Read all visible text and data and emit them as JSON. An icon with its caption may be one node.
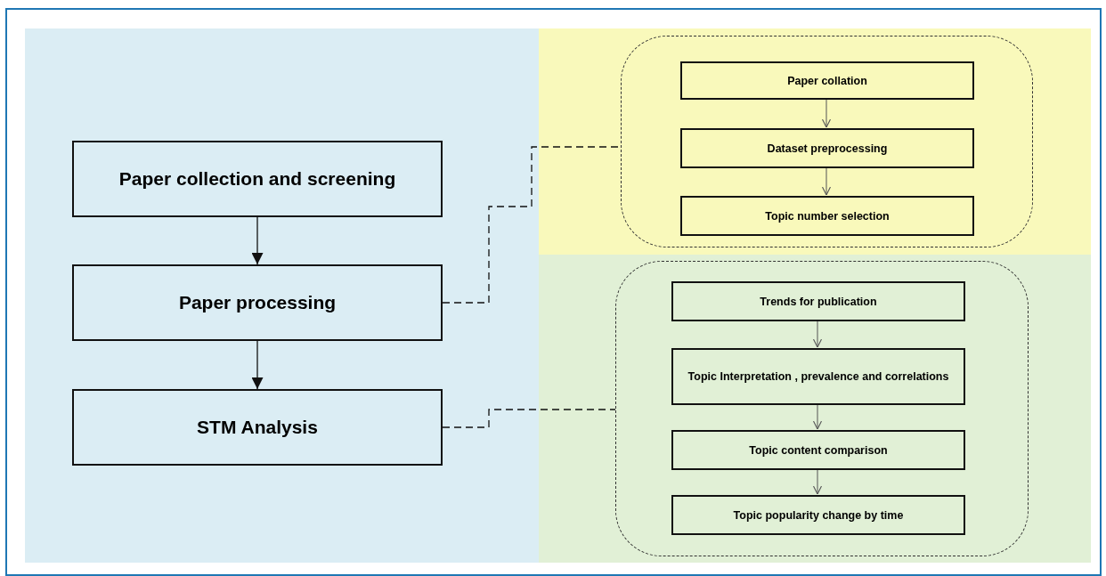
{
  "diagram": {
    "nodes": [
      {
        "text": [
          "Paper collection and screening"
        ]
      },
      {
        "text": [
          "Paper processing"
        ]
      },
      {
        "text": [
          "STM Analysis"
        ]
      },
      {
        "text": [],
        "shape": "box"
      },
      {
        "text": [
          "Paper collation"
        ],
        "in": 3
      },
      {
        "text": [
          "Dataset preprocessing"
        ],
        "in": 3
      },
      {
        "text": [
          "Topic number selection"
        ],
        "in": 3
      },
      {
        "text": [],
        "shape": "box"
      },
      {
        "text": [
          "Trends for publication"
        ],
        "in": 7
      },
      {
        "text": [
          "Topic Interpretation , prevalence and correlations"
        ],
        "in": 7
      },
      {
        "text": [
          "Topic content comparison"
        ],
        "in": 7
      },
      {
        "text": [
          "Topic popularity change by time"
        ],
        "in": 7
      }
    ],
    "edges": [
      {
        "from": 0,
        "to": 1,
        "arrow": "to"
      },
      {
        "from": 1,
        "to": 2,
        "arrow": "to"
      },
      {
        "from": 1,
        "to": 3,
        "arrow": "none",
        "style": "dashed"
      },
      {
        "from": 2,
        "to": 7,
        "arrow": "none",
        "style": "dashed"
      },
      {
        "from": 4,
        "to": 5,
        "arrow": "to"
      },
      {
        "from": 5,
        "to": 6,
        "arrow": "to"
      },
      {
        "from": 8,
        "to": 9,
        "arrow": "to"
      },
      {
        "from": 9,
        "to": 10,
        "arrow": "to"
      },
      {
        "from": 10,
        "to": 11,
        "arrow": "to"
      }
    ]
  }
}
